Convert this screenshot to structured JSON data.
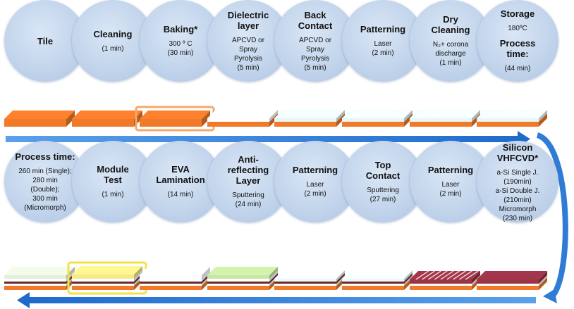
{
  "top_row": [
    {
      "id": "tile",
      "title": [
        "Tile"
      ],
      "lines": []
    },
    {
      "id": "cleaning",
      "title": [
        "Cleaning"
      ],
      "lines": [
        "(1 min)"
      ]
    },
    {
      "id": "baking",
      "title": [
        "Baking*"
      ],
      "lines": [
        "300 º C",
        "(30 min)"
      ]
    },
    {
      "id": "dielectric-layer",
      "title": [
        "Dielectric",
        "layer"
      ],
      "lines": [
        "APCVD or",
        "Spray",
        "Pyrolysis",
        "(5 min)"
      ]
    },
    {
      "id": "back-contact",
      "title": [
        "Back",
        "Contact"
      ],
      "lines": [
        "APCVD or",
        "Spray",
        "Pyrolysis",
        "(5 min)"
      ]
    },
    {
      "id": "patterning",
      "title": [
        "Patterning"
      ],
      "lines": [
        "Laser",
        "(2 min)"
      ]
    },
    {
      "id": "dry-cleaning",
      "title": [
        "Dry",
        "Cleaning"
      ],
      "lines": [
        "N₂+ corona",
        "discharge",
        "(1 min)"
      ]
    },
    {
      "id": "storage",
      "title": [
        "Storage"
      ],
      "lines": [
        "180ºC"
      ],
      "title2": [
        "Process",
        "time:"
      ],
      "lines2": [
        "(44 min)"
      ]
    }
  ],
  "bottom_row": [
    {
      "id": "process-time-total",
      "title": [
        "Process time:"
      ],
      "lines": [
        "260 min (Single);",
        "280 min",
        "(Double);",
        "300 min",
        "(Micromorph)"
      ]
    },
    {
      "id": "module-test",
      "title": [
        "Module",
        "Test"
      ],
      "lines": [
        "(1 min)"
      ]
    },
    {
      "id": "eva-lamination",
      "title": [
        "EVA",
        "Lamination"
      ],
      "lines": [
        "(14 min)"
      ]
    },
    {
      "id": "anti-reflecting-layer",
      "title": [
        "Anti-",
        "reflecting",
        "Layer"
      ],
      "lines": [
        "Sputtering",
        "(24 min)"
      ]
    },
    {
      "id": "patterning-2",
      "title": [
        "Patterning"
      ],
      "lines": [
        "Laser",
        "(2 min)"
      ]
    },
    {
      "id": "top-contact",
      "title": [
        "Top",
        "Contact"
      ],
      "lines": [
        "Sputtering",
        "(27 min)"
      ]
    },
    {
      "id": "patterning-3",
      "title": [
        "Patterning"
      ],
      "lines": [
        "Laser",
        "(2 min)"
      ]
    },
    {
      "id": "silicon-vhfcvd",
      "title": [
        "Silicon",
        "VHFCVD*"
      ],
      "lines": [
        "a-Si Single J.",
        "(190min)",
        "a-Si Double J.",
        "(210min)",
        "Micromorph",
        "(230 min)"
      ]
    }
  ],
  "colors": {
    "circle_fill": "#c3d5ec",
    "arrow": "#2f7bd6",
    "tile_orange": "#f07a2a",
    "tile_orange_dark": "#c25512",
    "dielectric_white": "#ffffff",
    "back_contact": "#e8f6f7",
    "silicon": "#9a3346",
    "top_contact": "#eef8fb",
    "anti_reflect": "#c8e6a4",
    "eva": "#f5e98a",
    "module_glass": "#e4eedd",
    "metal_brown": "#6b2a2a"
  }
}
